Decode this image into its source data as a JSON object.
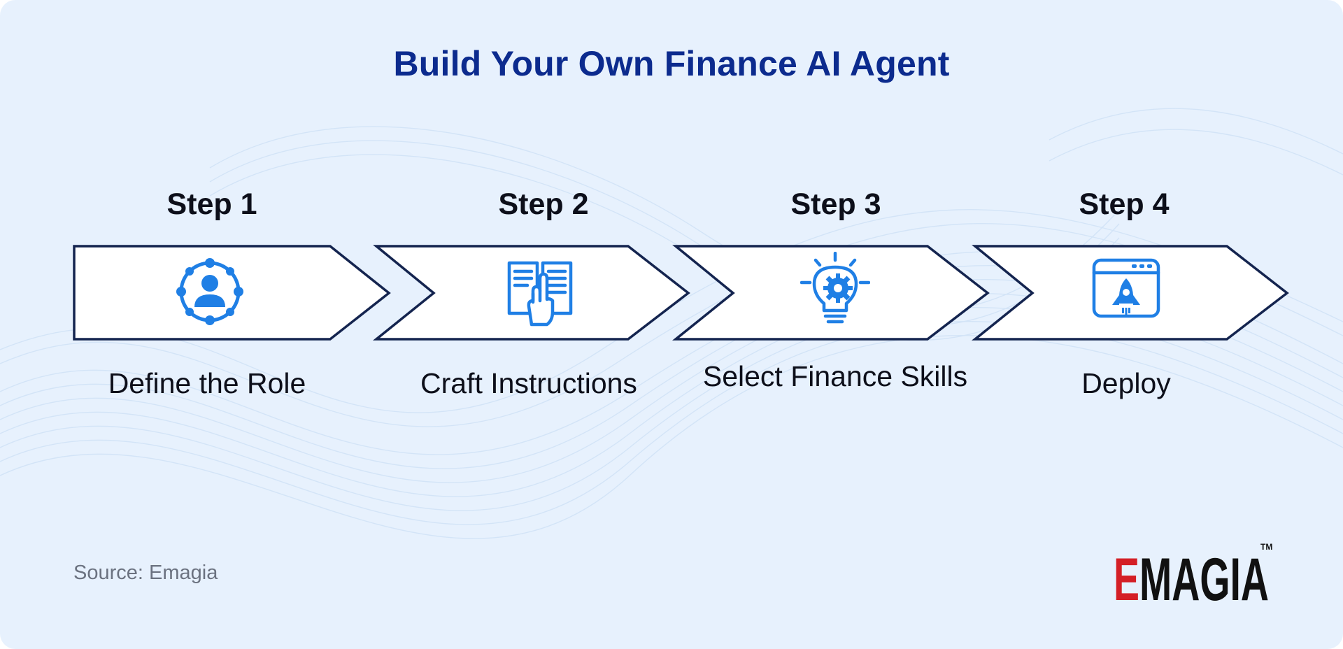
{
  "title": "Build Your Own Finance AI Agent",
  "steps": [
    {
      "label": "Step 1",
      "desc": "Define the Role",
      "icon": "person-network-icon"
    },
    {
      "label": "Step 2",
      "desc": "Craft Instructions",
      "icon": "instruction-book-hand-icon"
    },
    {
      "label": "Step 3",
      "desc": "Select Finance Skills",
      "icon": "lightbulb-gear-icon"
    },
    {
      "label": "Step 4",
      "desc": "Deploy",
      "icon": "rocket-window-icon"
    }
  ],
  "source": "Source: Emagia",
  "logo": {
    "text": "EMAGIA",
    "trademark": "TM"
  },
  "colors": {
    "title": "#0c2b8e",
    "icon": "#1f7fe5",
    "chevron_border": "#14244f",
    "background": "#e7f1fd",
    "logo_red": "#d41f26",
    "logo_black": "#111111"
  }
}
